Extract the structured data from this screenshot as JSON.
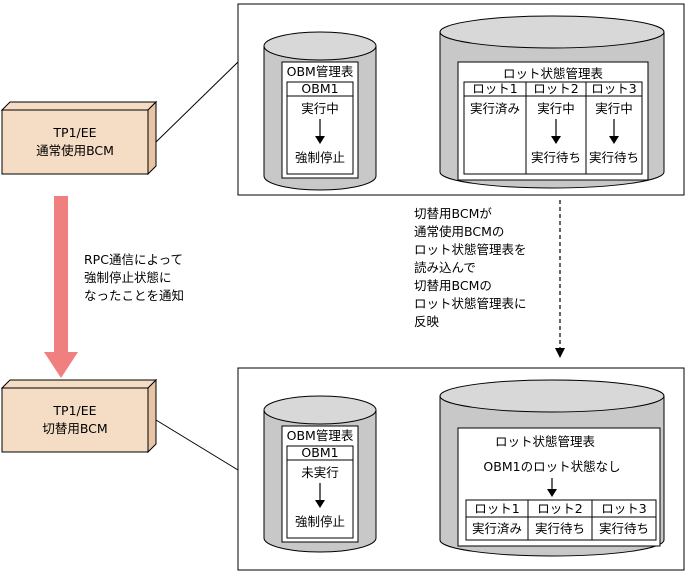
{
  "top_server": {
    "label_line1": "TP1/EE",
    "label_line2": "通常使用BCM"
  },
  "bottom_server": {
    "label_line1": "TP1/EE",
    "label_line2": "切替用BCM"
  },
  "rpc_note": [
    "RPC通信によって",
    "強制停止状態に",
    "なったことを通知"
  ],
  "sync_note": [
    "切替用BCMが",
    "通常使用BCMの",
    "ロット状態管理表を",
    "読み込んで",
    "切替用BCMの",
    "ロット状態管理表に",
    "反映"
  ],
  "top_panel": {
    "obm_table": {
      "title": "OBM管理表",
      "header": "OBM1",
      "state_before": "実行中",
      "state_after": "強制停止"
    },
    "lot_table": {
      "title": "ロット状態管理表",
      "columns": [
        {
          "header": "ロット1",
          "state": "実行済み",
          "next": ""
        },
        {
          "header": "ロット2",
          "state": "実行中",
          "next": "実行待ち"
        },
        {
          "header": "ロット3",
          "state": "実行中",
          "next": "実行待ち"
        }
      ]
    }
  },
  "bottom_panel": {
    "obm_table": {
      "title": "OBM管理表",
      "header": "OBM1",
      "state_before": "未実行",
      "state_after": "強制停止"
    },
    "lot_table": {
      "title": "ロット状態管理表",
      "note": "OBM1のロット状態なし",
      "columns": [
        {
          "header": "ロット1",
          "state": "実行済み"
        },
        {
          "header": "ロット2",
          "state": "実行待ち"
        },
        {
          "header": "ロット3",
          "state": "実行待ち"
        }
      ]
    }
  },
  "colors": {
    "rpc_arrow": "#f08080",
    "cylinder_body": "#c8c8c8",
    "cylinder_top": "#d8d8d8",
    "server_box": "#f5dcc4",
    "server_box_side": "#e6c4a4"
  }
}
